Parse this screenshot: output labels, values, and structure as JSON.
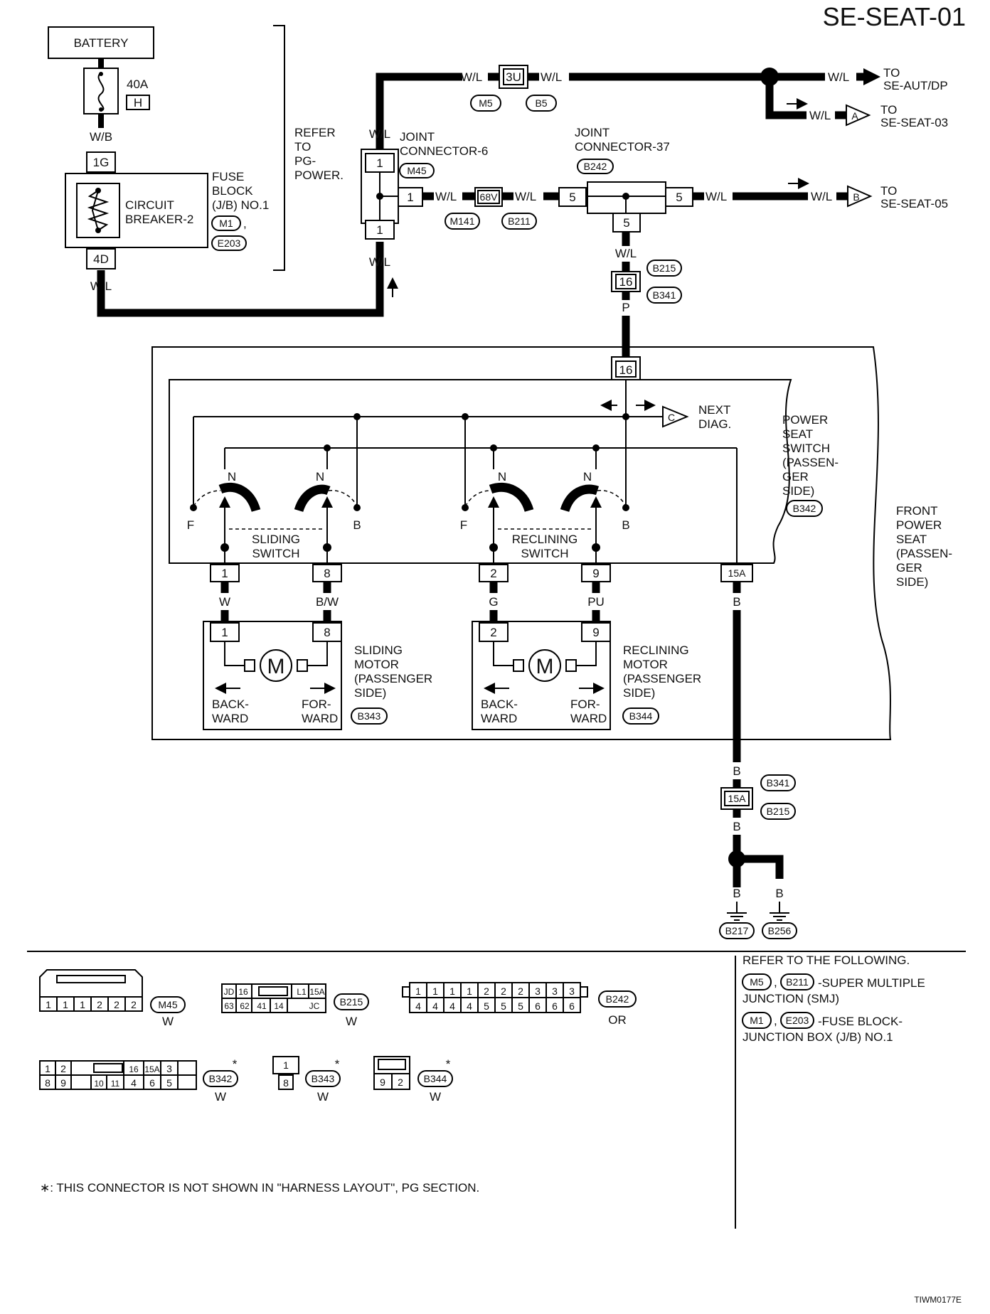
{
  "title": "SE-SEAT-01",
  "figure_code": "TIWM0177E",
  "battery": "BATTERY",
  "fuse": {
    "rating": "40A",
    "id": "H"
  },
  "wires": {
    "wb": "W/B",
    "wl": "W/L",
    "p": "P",
    "w": "W",
    "bw": "B/W",
    "g": "G",
    "pu": "PU",
    "b": "B"
  },
  "refer_pg": [
    "REFER",
    "TO",
    "PG-",
    "POWER."
  ],
  "fuse_block": {
    "lines": [
      "FUSE",
      "BLOCK",
      "(J/B) NO.1"
    ],
    "cb_lines": [
      "CIRCUIT",
      "BREAKER-2"
    ],
    "top_pin": "1G",
    "bottom_pin": "4D",
    "conns": [
      "M1",
      "E203"
    ],
    "comma": ","
  },
  "joint6": {
    "lines": [
      "JOINT",
      "CONNECTOR-6"
    ],
    "conn": "M45",
    "pin": "1"
  },
  "joint37": {
    "lines": [
      "JOINT",
      "CONNECTOR-37"
    ],
    "conn": "B242",
    "pin": "5"
  },
  "inline": {
    "c3u": "3U",
    "m5": "M5",
    "b5": "B5",
    "c68v": "68V",
    "m141": "M141",
    "b211": "B211",
    "c16": "16",
    "b215": "B215",
    "b341": "B341",
    "c15a": "15A"
  },
  "to_labels": {
    "aut": [
      "TO",
      "SE-AUT/DP"
    ],
    "seat03": [
      "TO",
      "SE-SEAT-03"
    ],
    "seat05": [
      "TO",
      "SE-SEAT-05"
    ],
    "a": "A",
    "b": "B",
    "c": "C"
  },
  "next_diag": [
    "NEXT",
    "DIAG."
  ],
  "switch": {
    "lines": [
      "POWER",
      "SEAT",
      "SWITCH",
      "(PASSEN-",
      "GER",
      "SIDE)"
    ],
    "conn": "B342",
    "sliding": [
      "SLIDING",
      "SWITCH"
    ],
    "reclining": [
      "RECLINING",
      "SWITCH"
    ],
    "f": "F",
    "n": "N",
    "b": "B",
    "pins": [
      "1",
      "8",
      "2",
      "9",
      "15A",
      "16"
    ]
  },
  "front_seat": [
    "FRONT",
    "POWER",
    "SEAT",
    "(PASSEN-",
    "GER",
    "SIDE)"
  ],
  "sliding_motor": {
    "lines": [
      "SLIDING",
      "MOTOR",
      "(PASSENGER",
      " SIDE)"
    ],
    "conn": "B343",
    "pins": [
      "1",
      "8"
    ],
    "back": [
      "BACK-",
      "WARD"
    ],
    "fwd": [
      "FOR-",
      "WARD"
    ],
    "m": "M"
  },
  "reclining_motor": {
    "lines": [
      "RECLINING",
      "MOTOR",
      "(PASSENGER",
      " SIDE)"
    ],
    "conn": "B344",
    "pins": [
      "2",
      "9"
    ],
    "back": [
      "BACK-",
      "WARD"
    ],
    "fwd": [
      "FOR-",
      "WARD"
    ],
    "m": "M"
  },
  "grounds": [
    "B217",
    "B256"
  ],
  "connectors": {
    "m45": {
      "id": "M45",
      "color": "W",
      "pins": [
        "1",
        "1",
        "1",
        "2",
        "2",
        "2"
      ]
    },
    "b215": {
      "id": "B215",
      "color": "W",
      "top": [
        "JD",
        "16",
        "",
        "L1",
        "15A"
      ],
      "bottom": [
        "63",
        "62",
        "41",
        "14",
        "",
        "JC"
      ]
    },
    "b242": {
      "id": "B242",
      "color": "OR",
      "top": [
        "1",
        "1",
        "1",
        "1",
        "2",
        "2",
        "2",
        "3",
        "3",
        "3"
      ],
      "bottom": [
        "4",
        "4",
        "4",
        "4",
        "5",
        "5",
        "5",
        "6",
        "6",
        "6"
      ]
    },
    "b342": {
      "id": "B342",
      "color": "W",
      "top": [
        "1",
        "2",
        "",
        "16",
        "15A",
        "3"
      ],
      "bottom": [
        "8",
        "9",
        "10",
        "11",
        "4",
        "6",
        "5"
      ]
    },
    "b343": {
      "id": "B343",
      "color": "W",
      "pins": [
        "1",
        "8"
      ]
    },
    "b344": {
      "id": "B344",
      "color": "W",
      "pins": [
        "9",
        "2"
      ]
    },
    "star": "*"
  },
  "refer_list": {
    "heading": "REFER TO THE FOLLOWING.",
    "item1": {
      "conns": [
        "M5",
        "B211"
      ],
      "text": [
        "-SUPER MULTIPLE",
        "JUNCTION (SMJ)"
      ]
    },
    "item2": {
      "conns": [
        "M1",
        "E203"
      ],
      "text": [
        "-FUSE BLOCK-",
        "JUNCTION BOX (J/B) NO.1"
      ]
    }
  },
  "footnote": "∗: THIS CONNECTOR IS NOT SHOWN IN \"HARNESS LAYOUT\", PG SECTION."
}
